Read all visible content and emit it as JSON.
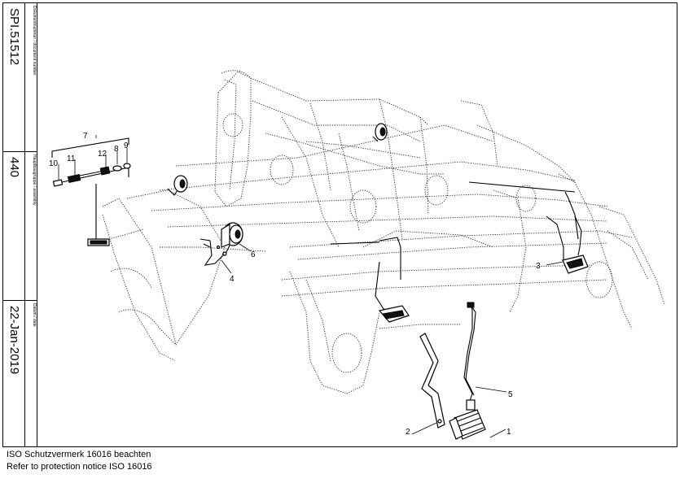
{
  "title_block": {
    "document_number_label": "Dokumentnummer / document number",
    "document_number": "SPI.51512",
    "assembly_label": "Hauptbaugruppe / assembly",
    "assembly": "440",
    "date_label": "Datum / date",
    "date": "22-Jan-2019"
  },
  "callouts": {
    "c1": "1",
    "c2": "2",
    "c3": "3",
    "c4": "4",
    "c5": "5",
    "c6": "6",
    "c7": "7",
    "c8": "8",
    "c9": "9",
    "c10": "10",
    "c11": "11",
    "c12": "12"
  },
  "footer": {
    "line1": "ISO Schutzvermerk 16016 beachten",
    "line2": "Refer to protection notice ISO 16016"
  }
}
